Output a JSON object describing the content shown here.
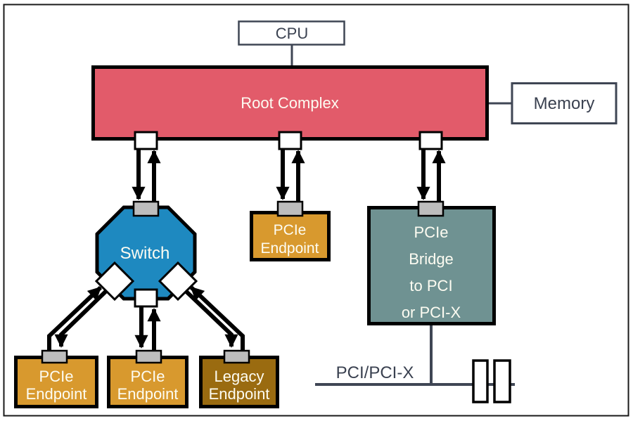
{
  "figure": {
    "nodes": {
      "cpu": {
        "label": "CPU"
      },
      "root_complex": {
        "label": "Root Complex"
      },
      "memory": {
        "label": "Memory"
      },
      "switch": {
        "label": "Switch"
      },
      "pcie_endpoint_center": {
        "line1": "PCIe",
        "line2": "Endpoint"
      },
      "pcie_bridge": {
        "line1": "PCIe",
        "line2": "Bridge",
        "line3": "to PCI",
        "line4": "or PCI-X"
      },
      "pcie_endpoint_bottom_left": {
        "line1": "PCIe",
        "line2": "Endpoint"
      },
      "pcie_endpoint_bottom_mid": {
        "line1": "PCIe",
        "line2": "Endpoint"
      },
      "legacy_endpoint": {
        "line1": "Legacy",
        "line2": "Endpoint"
      },
      "pci_bus": {
        "label": "PCI/PCI-X"
      }
    },
    "colors": {
      "root_complex": "#e25b6a",
      "switch": "#1e89c0",
      "pcie_endpoint": "#d8992e",
      "legacy_endpoint": "#9a6b10",
      "pcie_bridge": "#6f9292",
      "port_gray": "#bdbdbd",
      "line_dark": "#3f4654",
      "arrow_black": "#000000",
      "text_dark": "#3a4150",
      "text_light": "#fdfcf2"
    }
  }
}
